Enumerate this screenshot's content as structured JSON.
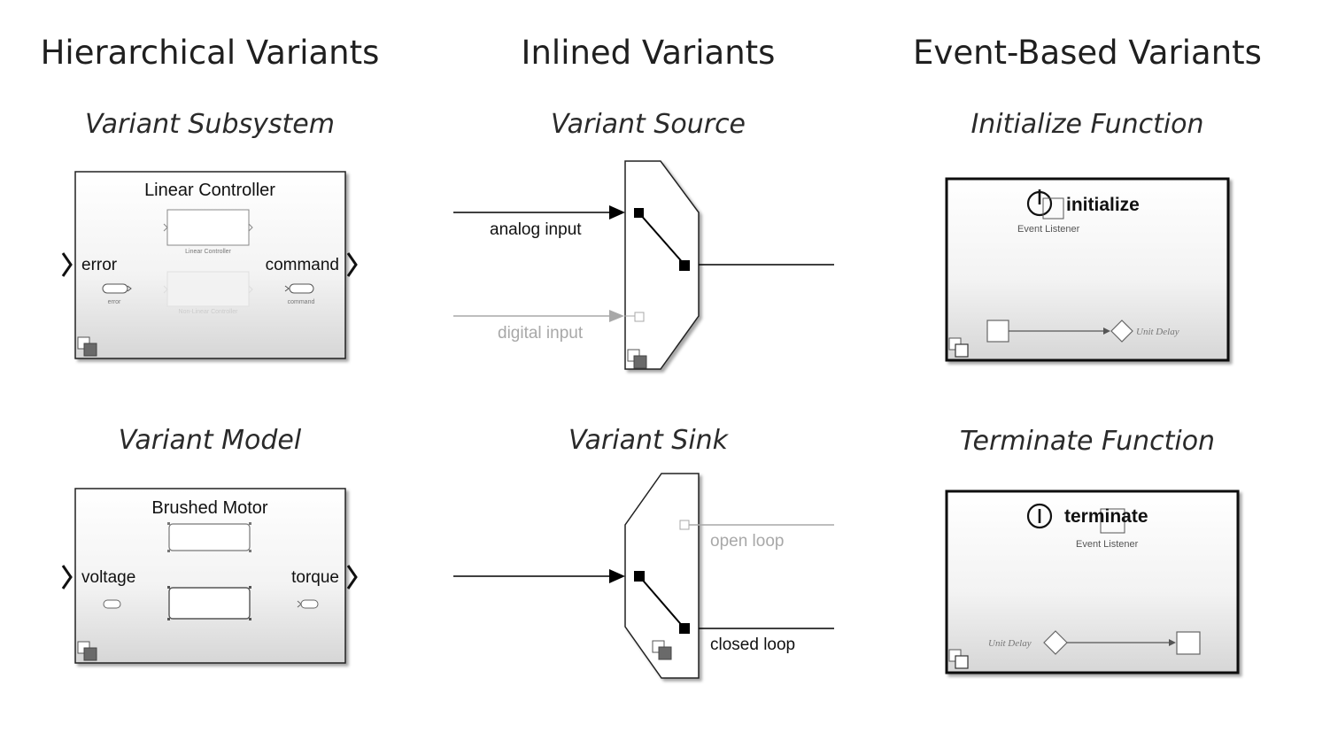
{
  "columns": [
    {
      "title": "Hierarchical Variants"
    },
    {
      "title": "Inlined Variants"
    },
    {
      "title": "Event-Based Variants"
    }
  ],
  "hierarchical": {
    "subsystem": {
      "caption": "Variant Subsystem",
      "block_title": "Linear Controller",
      "in_port": "error",
      "out_port": "command",
      "inner_active": "Linear Controller",
      "inner_inactive": "Non-Linear Controller",
      "inport_tag": "error",
      "outport_tag": "command"
    },
    "model": {
      "caption": "Variant Model",
      "block_title": "Brushed Motor",
      "in_port": "voltage",
      "out_port": "torque"
    }
  },
  "inlined": {
    "source": {
      "caption": "Variant Source",
      "active_input": "analog input",
      "inactive_input": "digital input"
    },
    "sink": {
      "caption": "Variant Sink",
      "inactive_output": "open loop",
      "active_output": "closed loop"
    }
  },
  "event_based": {
    "initialize": {
      "caption": "Initialize Function",
      "event": "initialize",
      "listener": "Event Listener",
      "delay": "Unit Delay"
    },
    "terminate": {
      "caption": "Terminate Function",
      "event": "terminate",
      "listener": "Event Listener",
      "delay": "Unit Delay"
    }
  },
  "colors": {
    "text": "#1f1f1f",
    "line_active": "#000000",
    "line_inactive": "#a8a8a8",
    "block_gradient_top": "#ffffff",
    "block_gradient_bottom": "#d9d9d9"
  }
}
